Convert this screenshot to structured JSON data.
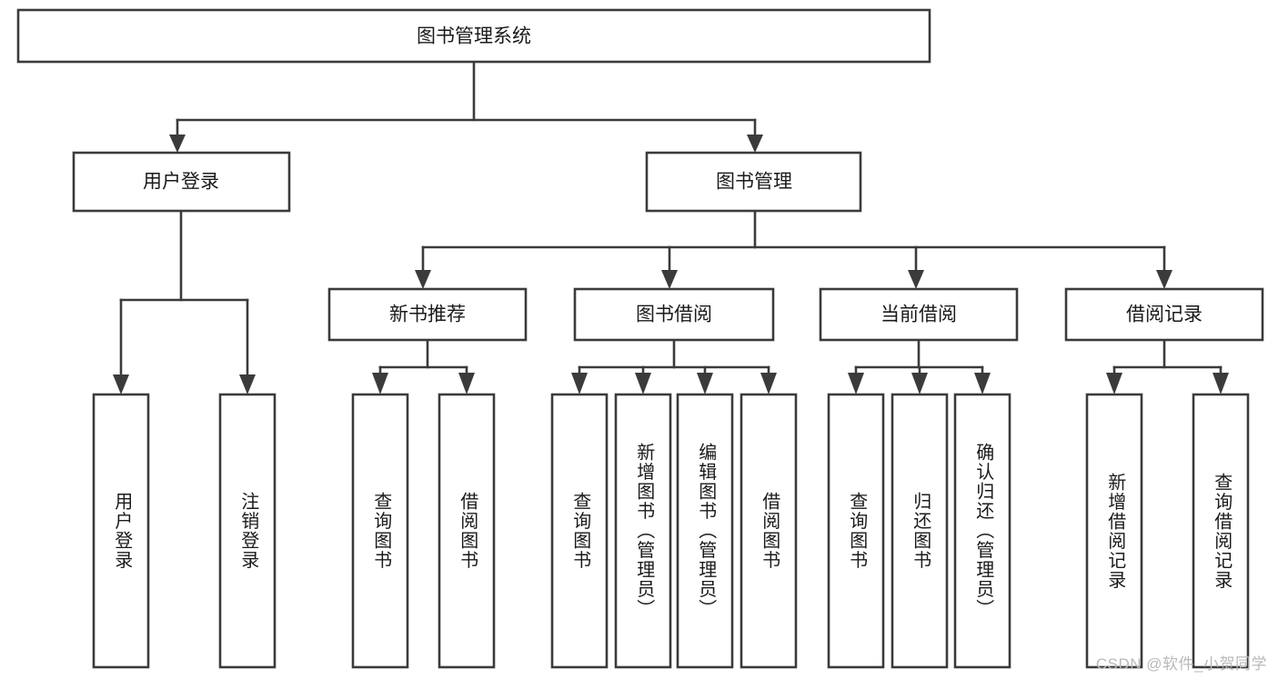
{
  "diagram": {
    "type": "tree-hierarchy-chart",
    "title": "图书管理系统",
    "watermark": "CSDN @软件_小贺同学",
    "colors": {
      "stroke": "#3b3b3b",
      "fill": "#ffffff",
      "text": "#1a1a1a",
      "watermark": "#b9b9b9"
    },
    "root": {
      "label": "图书管理系统"
    },
    "level2": [
      {
        "label": "用户登录"
      },
      {
        "label": "图书管理"
      }
    ],
    "level3": [
      {
        "label": "新书推荐"
      },
      {
        "label": "图书借阅"
      },
      {
        "label": "当前借阅"
      },
      {
        "label": "借阅记录"
      }
    ],
    "leaves": {
      "user_login": [
        {
          "label": "用户登录"
        },
        {
          "label": "注销登录"
        }
      ],
      "new_book_recommend": [
        {
          "label": "查询图书"
        },
        {
          "label": "借阅图书"
        }
      ],
      "book_borrow": [
        {
          "label": "查询图书"
        },
        {
          "label": "新增图书（管理员）"
        },
        {
          "label": "编辑图书（管理员）"
        },
        {
          "label": "借阅图书"
        }
      ],
      "current_borrow": [
        {
          "label": "查询图书"
        },
        {
          "label": "归还图书"
        },
        {
          "label": "确认归还（管理员）"
        }
      ],
      "borrow_record": [
        {
          "label": "新增借阅记录"
        },
        {
          "label": "查询借阅记录"
        }
      ]
    }
  }
}
